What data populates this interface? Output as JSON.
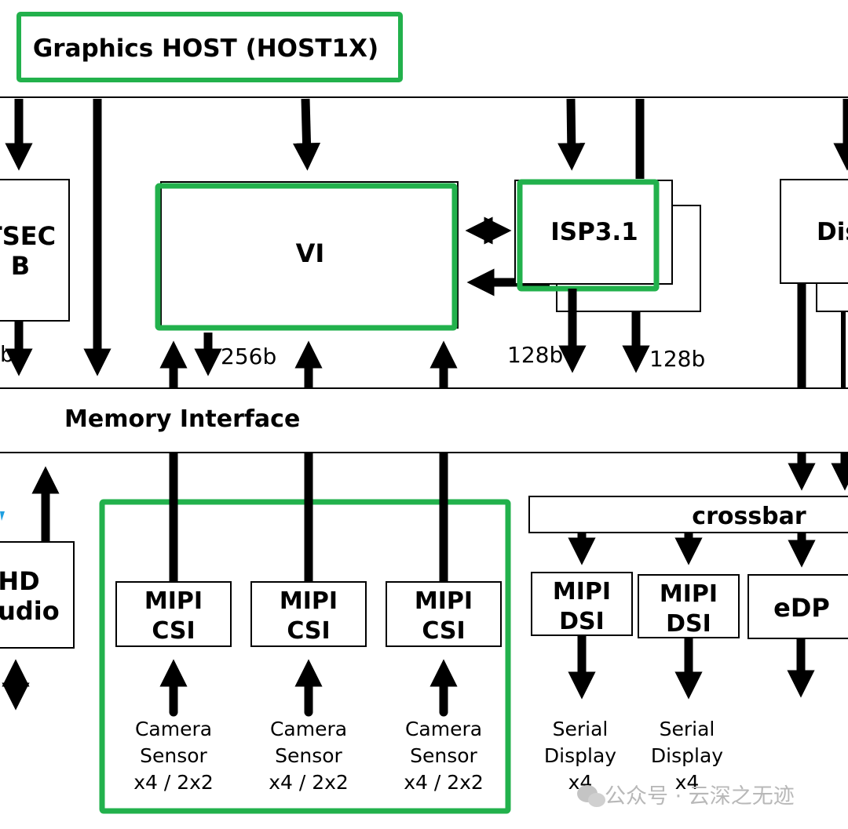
{
  "title": "Graphics HOST (HOST1X)",
  "highlight_color": "#22b14c",
  "blocks": {
    "tsec": [
      "TSEC",
      "B"
    ],
    "vi": "VI",
    "isp": "ISP3.1",
    "display": "Dis",
    "memory_interface": "Memory Interface",
    "hd_audio": [
      "HD",
      "Audio"
    ],
    "crossbar": "crossbar",
    "mipi_csi": [
      {
        "line1": "MIPI",
        "line2": "CSI",
        "sensor": [
          "Camera",
          "Sensor",
          "x4 / 2x2"
        ]
      },
      {
        "line1": "MIPI",
        "line2": "CSI",
        "sensor": [
          "Camera",
          "Sensor",
          "x4 / 2x2"
        ]
      },
      {
        "line1": "MIPI",
        "line2": "CSI",
        "sensor": [
          "Camera",
          "Sensor",
          "x4 / 2x2"
        ]
      }
    ],
    "mipi_dsi": [
      {
        "line1": "MIPI",
        "line2": "DSI",
        "output": [
          "Serial",
          "Display",
          "x4"
        ]
      },
      {
        "line1": "MIPI",
        "line2": "DSI",
        "output": [
          "Serial",
          "Display",
          "x4"
        ]
      }
    ],
    "edp": "eDP"
  },
  "bus_labels": {
    "tsec_width": "b",
    "vi_width": "256b",
    "isp_width_1": "128b",
    "isp_width_2": "128b"
  },
  "watermark": "公众号 · 云深之无迹"
}
